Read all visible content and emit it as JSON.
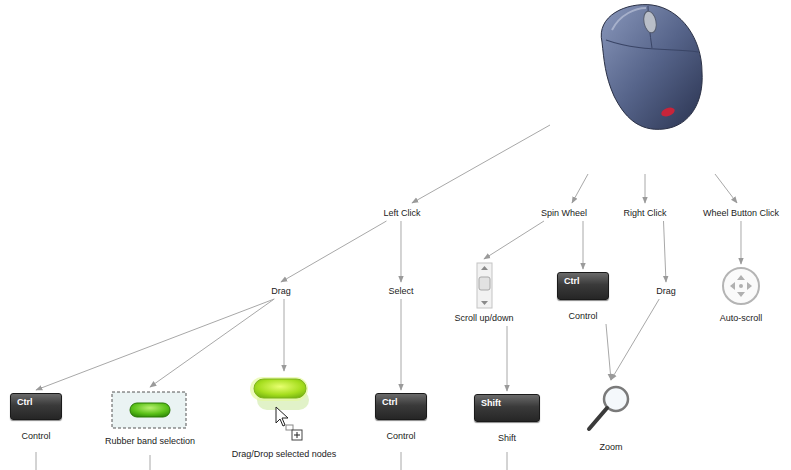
{
  "diagram": {
    "nodes": [
      {
        "text": [
          "Left Click"
        ]
      },
      {
        "text": [
          "Spin Wheel"
        ]
      },
      {
        "text": [
          "Right Click"
        ]
      },
      {
        "text": [
          "Wheel Button Click"
        ]
      },
      {
        "text": [
          "Drag"
        ]
      },
      {
        "text": [
          "Select"
        ]
      },
      {
        "text": [
          "Scroll up/down"
        ]
      },
      {
        "text": [
          "Ctrl",
          "Control"
        ]
      },
      {
        "text": [
          "Drag"
        ]
      },
      {
        "text": [
          "Auto-scroll"
        ]
      },
      {
        "text": [
          "Ctrl",
          "Control"
        ]
      },
      {
        "text": [
          "Rubber band selection"
        ]
      },
      {
        "text": [
          "Drag/Drop selected nodes"
        ]
      },
      {
        "text": [
          "Ctrl",
          "Control"
        ]
      },
      {
        "text": [
          "Shift",
          "Shift"
        ]
      },
      {
        "text": [
          "Zoom"
        ]
      }
    ],
    "edges": [
      {
        "from": 0,
        "to": 4,
        "arrow": "to"
      },
      {
        "from": 0,
        "to": 5,
        "arrow": "to"
      },
      {
        "from": 1,
        "to": 6,
        "arrow": "to"
      },
      {
        "from": 1,
        "to": 7,
        "arrow": "to"
      },
      {
        "from": 2,
        "to": 8,
        "arrow": "to"
      },
      {
        "from": 3,
        "to": 9,
        "arrow": "to"
      },
      {
        "from": 4,
        "to": 10,
        "arrow": "to"
      },
      {
        "from": 4,
        "to": 11,
        "arrow": "to"
      },
      {
        "from": 4,
        "to": 12,
        "arrow": "to"
      },
      {
        "from": 5,
        "to": 13,
        "arrow": "to"
      },
      {
        "from": 6,
        "to": 14,
        "arrow": "to"
      },
      {
        "from": 7,
        "to": 15,
        "arrow": "to"
      },
      {
        "from": 8,
        "to": 15,
        "arrow": "to"
      }
    ]
  }
}
